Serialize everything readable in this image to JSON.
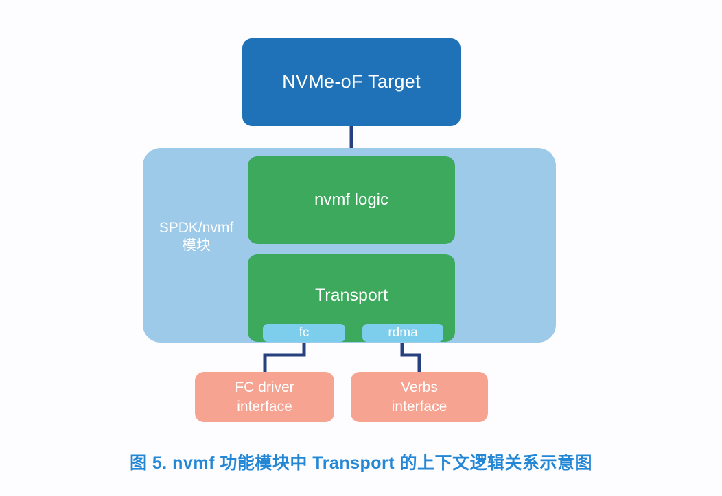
{
  "figure": {
    "title_box": {
      "label": "NVMe-oF Target"
    },
    "container": {
      "label": "SPDK/nvmf\n模块"
    },
    "nodes": {
      "logic": "nvmf logic",
      "transport": "Transport",
      "fc": "fc",
      "rdma": "rdma",
      "fc_driver_interface": "FC driver\ninterface",
      "verbs_interface": "Verbs\ninterface"
    },
    "caption": "图 5. nvmf 功能模块中 Transport 的上下文逻辑关系示意图",
    "colors": {
      "target_blue": "#1f72b8",
      "container_blue": "#9ecae9",
      "green": "#3da95d",
      "sub_blue": "#7dcdec",
      "salmon": "#f7a391",
      "connector_navy": "#27417f",
      "caption_blue": "#2387d6",
      "background": "#fdfdff"
    }
  }
}
